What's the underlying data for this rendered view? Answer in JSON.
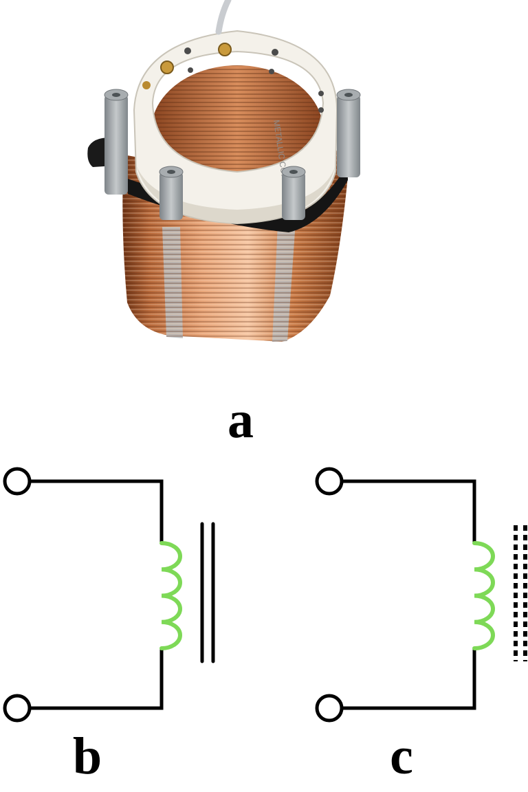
{
  "labels": {
    "a": "a",
    "b": "b",
    "c": "c"
  },
  "photo_text": "METALLIC CONDUIT",
  "colors": {
    "wire": "#000000",
    "coil": "#7ed957",
    "copper": "#c87a45",
    "copper_dark": "#7a3a17",
    "copper_light": "#f0b185",
    "pvc_ring": "#f4f1ea",
    "spacer_rod": "#9ea3a6"
  },
  "panels": [
    {
      "id": "b",
      "core": "solid",
      "coil_turns": 4
    },
    {
      "id": "c",
      "core": "dashed",
      "coil_turns": 4
    }
  ]
}
